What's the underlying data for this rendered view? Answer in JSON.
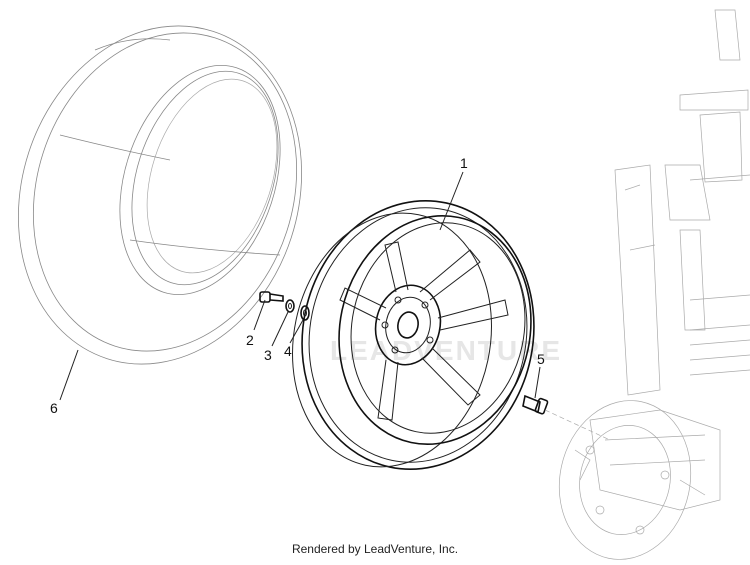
{
  "diagram": {
    "callouts": [
      "1",
      "2",
      "3",
      "4",
      "5",
      "6"
    ]
  },
  "footer": {
    "text": "Rendered by LeadVenture, Inc."
  },
  "watermark": {
    "text": "LEADVENTURE"
  }
}
